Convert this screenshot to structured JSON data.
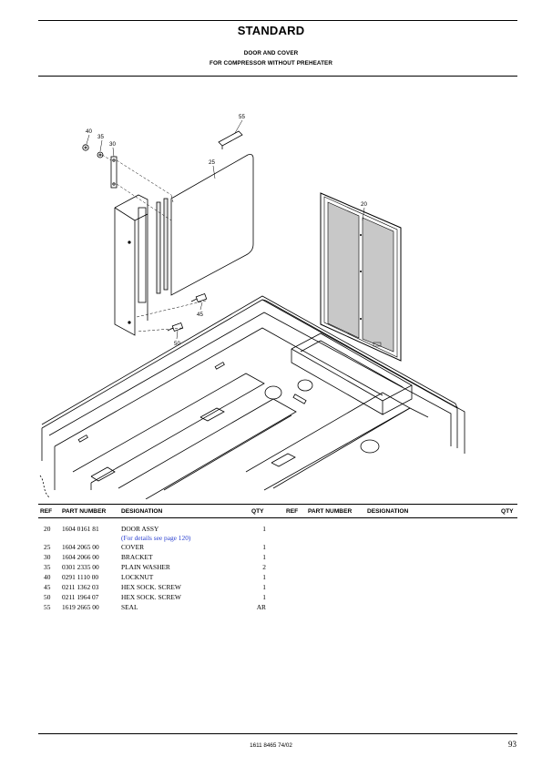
{
  "header": {
    "title": "STANDARD",
    "subtitle_1": "DOOR AND COVER",
    "subtitle_2": "FOR COMPRESSOR WITHOUT PREHEATER"
  },
  "figure": {
    "callouts": {
      "c40": "40",
      "c35": "35",
      "c30": "30",
      "c55": "55",
      "c25": "25",
      "c20": "20",
      "c45": "45",
      "c50": "50"
    }
  },
  "table": {
    "left_headers": {
      "ref": "REF",
      "part": "PART NUMBER",
      "designation": "DESIGNATION",
      "qty": "QTY"
    },
    "right_headers": {
      "ref": "REF",
      "part": "PART NUMBER",
      "designation": "DESIGNATION",
      "qty": "QTY"
    },
    "rows": [
      {
        "ref": "20",
        "part": "1604 0161 81",
        "designation": "DOOR ASSY",
        "qty": "1"
      },
      {
        "ref": "",
        "part": "",
        "designation": "(For details see page 120)",
        "qty": ""
      },
      {
        "ref": "25",
        "part": "1604 2065 00",
        "designation": "COVER",
        "qty": "1"
      },
      {
        "ref": "30",
        "part": "1604 2066 00",
        "designation": "BRACKET",
        "qty": "1"
      },
      {
        "ref": "35",
        "part": "0301 2335 00",
        "designation": "PLAIN WASHER",
        "qty": "2"
      },
      {
        "ref": "40",
        "part": "0291 1110 00",
        "designation": "LOCKNUT",
        "qty": "1"
      },
      {
        "ref": "45",
        "part": "0211 1362 03",
        "designation": "HEX SOCK. SCREW",
        "qty": "1"
      },
      {
        "ref": "50",
        "part": "0211 1964 07",
        "designation": "HEX SOCK. SCREW",
        "qty": "1"
      },
      {
        "ref": "55",
        "part": "1619 2665 00",
        "designation": "SEAL",
        "qty": "AR"
      }
    ]
  },
  "footer": {
    "doc_number": "1611 8465 74/02",
    "page_number": "93"
  },
  "colors": {
    "link": "#2a3fd0",
    "line": "#000000",
    "panel_fill": "#c8c8c8"
  }
}
